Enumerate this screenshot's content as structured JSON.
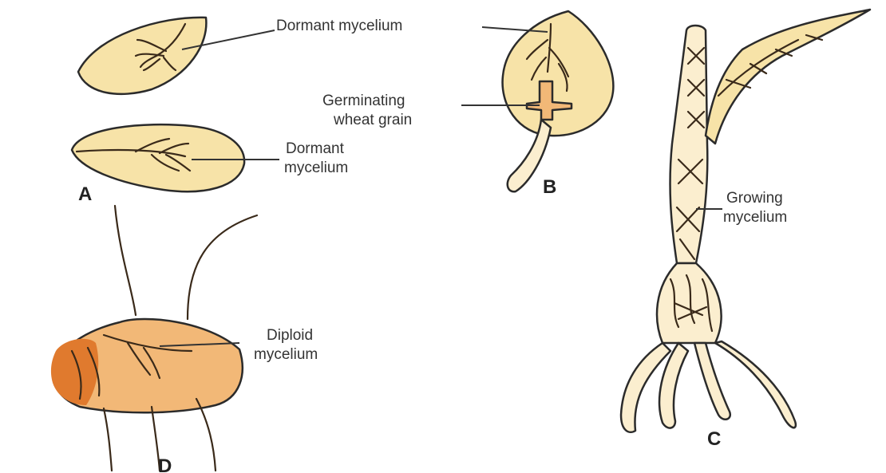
{
  "labels": {
    "dormant_mycelium_1": "Dormant mycelium",
    "dormant_mycelium_2_line1": "Dormant",
    "dormant_mycelium_2_line2": "mycelium",
    "germinating_line1": "Germinating",
    "germinating_line2": "wheat grain",
    "growing_line1": "Growing",
    "growing_line2": "mycelium",
    "diploid_line1": "Diploid",
    "diploid_line2": "mycelium"
  },
  "panel_letters": {
    "a": "A",
    "b": "B",
    "c": "C",
    "d": "D"
  },
  "colors": {
    "grain_fill": "#f7e3a8",
    "seed_tissue": "#f2b877",
    "infected_tissue": "#e07a2e",
    "mycelium": "#3a2a1a",
    "background": "#ffffff"
  }
}
